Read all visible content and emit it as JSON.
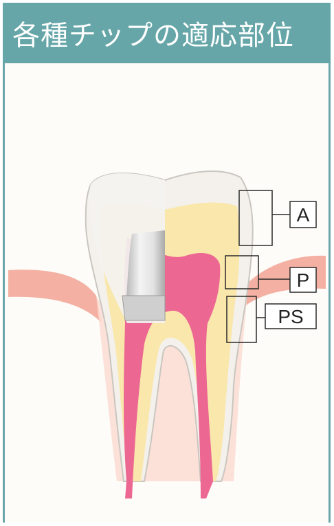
{
  "header": {
    "title": "各種チップの適応部位"
  },
  "labels": {
    "a": "A",
    "p": "P",
    "ps": "PS"
  },
  "colors": {
    "header_bg": "#66a6a8",
    "gum": "#f4b3a5",
    "dentin": "#fae9b0",
    "pulp": "#ec6a93",
    "enamel": "#f3f1ee",
    "restoration": "#d9d9d9"
  }
}
